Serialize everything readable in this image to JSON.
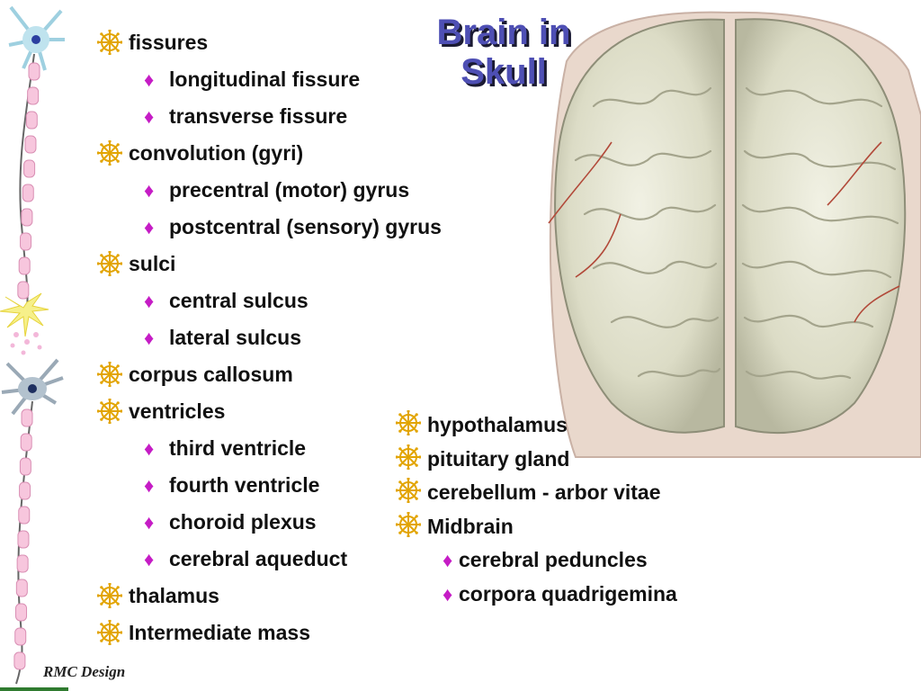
{
  "title": {
    "line1": "Brain in",
    "line2": "Skull"
  },
  "main_list": [
    {
      "level": 1,
      "text": "fissures"
    },
    {
      "level": 2,
      "text": "longitudinal fissure"
    },
    {
      "level": 2,
      "text": "transverse fissure"
    },
    {
      "level": 1,
      "text": "convolution (gyri)"
    },
    {
      "level": 2,
      "text": "precentral (motor) gyrus"
    },
    {
      "level": 2,
      "text": "postcentral (sensory) gyrus"
    },
    {
      "level": 1,
      "text": "sulci"
    },
    {
      "level": 2,
      "text": "central sulcus"
    },
    {
      "level": 2,
      "text": "lateral sulcus"
    },
    {
      "level": 1,
      "text": "corpus callosum"
    },
    {
      "level": 1,
      "text": "ventricles"
    },
    {
      "level": 2,
      "text": "third ventricle"
    },
    {
      "level": 2,
      "text": "fourth ventricle"
    },
    {
      "level": 2,
      "text": "choroid plexus"
    },
    {
      "level": 2,
      "text": "cerebral aqueduct"
    },
    {
      "level": 1,
      "text": "thalamus"
    },
    {
      "level": 1,
      "text": "Intermediate mass"
    }
  ],
  "side_list": [
    {
      "level": 1,
      "text": "hypothalamus"
    },
    {
      "level": 1,
      "text": "pituitary gland"
    },
    {
      "level": 1,
      "text": "cerebellum - arbor vitae"
    },
    {
      "level": 1,
      "text": "Midbrain"
    },
    {
      "level": 2,
      "text": "cerebral peduncles"
    },
    {
      "level": 2,
      "text": "corpora quadrigemina"
    }
  ],
  "bullet_icons": {
    "level1": "dharma-wheel-icon",
    "level2": "diamond-icon"
  },
  "colors": {
    "title": "#4e4fb4",
    "level1_bullet": "#e2a400",
    "level2_bullet": "#c51cc5",
    "text": "#111111"
  },
  "footer": "RMC Design"
}
